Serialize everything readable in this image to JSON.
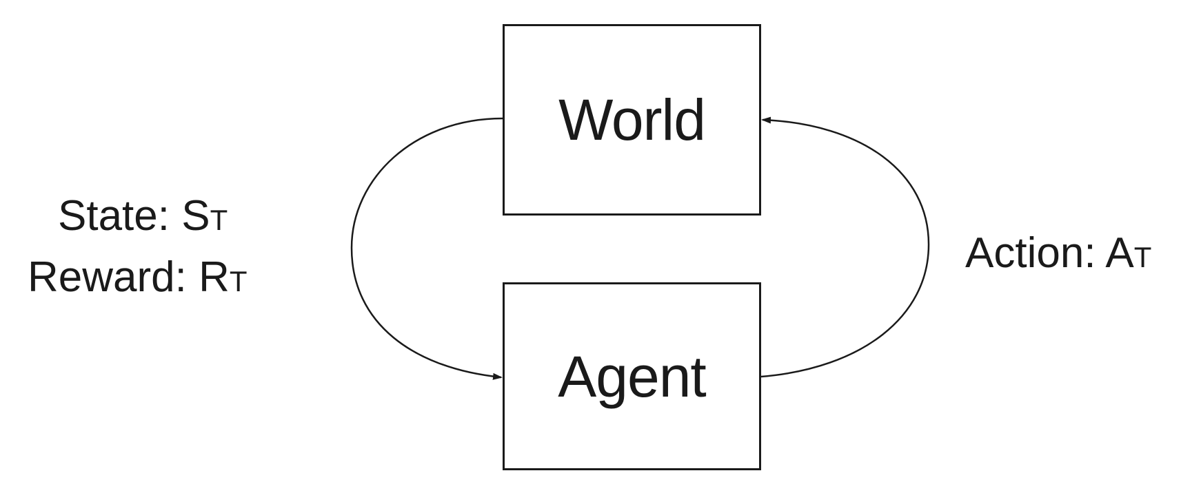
{
  "nodes": {
    "world": {
      "label": "World"
    },
    "agent": {
      "label": "Agent"
    }
  },
  "edges": {
    "observation": {
      "state": {
        "text": "State: S",
        "sub": "T"
      },
      "reward": {
        "text": "Reward: R",
        "sub": "T"
      }
    },
    "action": {
      "text": "Action: A",
      "sub": "T"
    }
  },
  "colors": {
    "stroke": "#1a1a1a",
    "background": "#ffffff"
  }
}
